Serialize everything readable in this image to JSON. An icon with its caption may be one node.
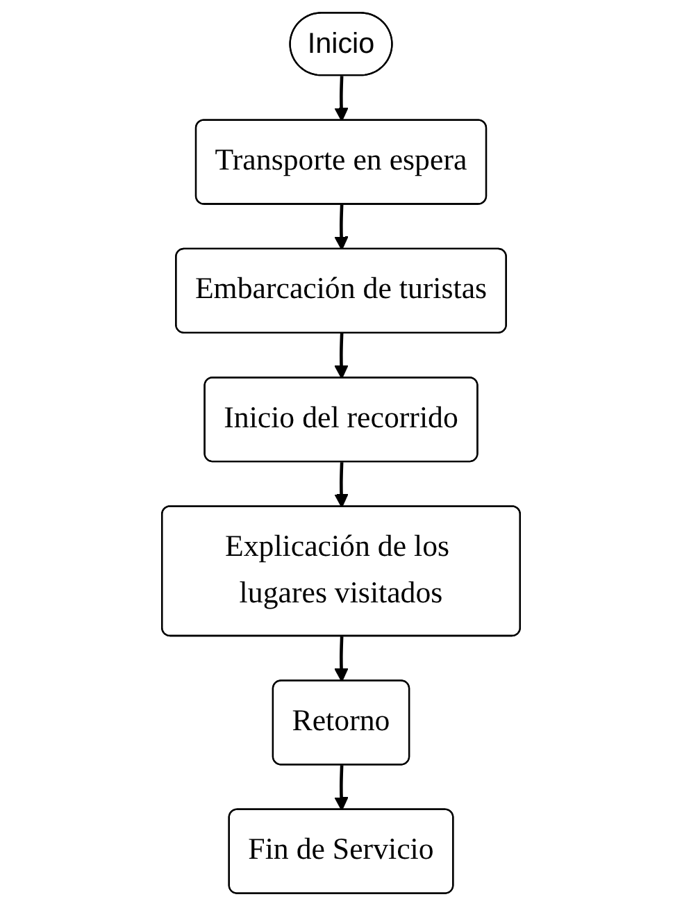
{
  "diagram": {
    "nodes": [
      {
        "text": [
          "Inicio"
        ]
      },
      {
        "text": [
          "Transporte en espera"
        ]
      },
      {
        "text": [
          "Embarcación de turistas"
        ]
      },
      {
        "text": [
          "Inicio del recorrido"
        ]
      },
      {
        "text": [
          "Explicación de los lugares visitados"
        ]
      },
      {
        "text": [
          "Retorno"
        ]
      },
      {
        "text": [
          "Fin de Servicio"
        ]
      }
    ],
    "edges": [
      {
        "from": 0,
        "to": 1,
        "arrow": "to"
      },
      {
        "from": 1,
        "to": 2,
        "arrow": "to"
      },
      {
        "from": 2,
        "to": 3,
        "arrow": "to"
      },
      {
        "from": 3,
        "to": 4,
        "arrow": "to"
      },
      {
        "from": 4,
        "to": 5,
        "arrow": "to"
      },
      {
        "from": 5,
        "to": 6,
        "arrow": "to"
      }
    ]
  }
}
